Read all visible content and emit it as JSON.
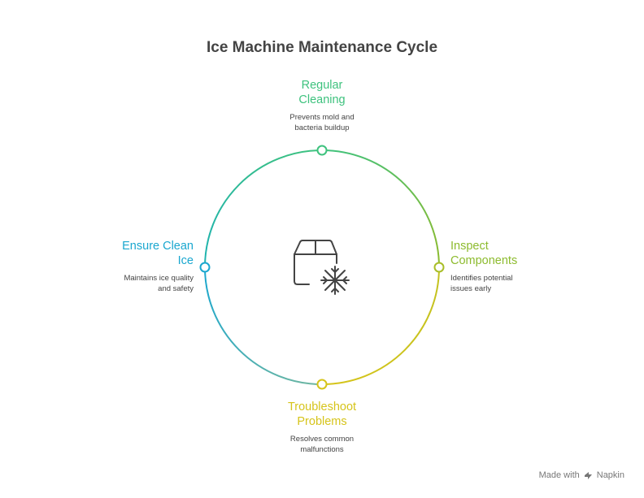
{
  "title": "Ice Machine Maintenance Cycle",
  "colors": {
    "green": "#3EC27E",
    "lime": "#8DBB2E",
    "yellow": "#D6C41A",
    "blue": "#1AA7CF",
    "icon": "#444444"
  },
  "center_icon": "ice-machine-icon",
  "nodes": {
    "top": {
      "title_lines": [
        "Regular",
        "Cleaning"
      ],
      "desc_lines": [
        "Prevents mold and",
        "bacteria buildup"
      ]
    },
    "right": {
      "title_lines": [
        "Inspect",
        "Components"
      ],
      "desc_lines": [
        "Identifies potential",
        "issues early"
      ]
    },
    "bottom": {
      "title_lines": [
        "Troubleshoot",
        "Problems"
      ],
      "desc_lines": [
        "Resolves common",
        "malfunctions"
      ]
    },
    "left": {
      "title_lines": [
        "Ensure Clean",
        "Ice"
      ],
      "desc_lines": [
        "Maintains ice quality",
        "and safety"
      ]
    }
  },
  "footer": {
    "made_with": "Made with",
    "brand": "Napkin"
  }
}
